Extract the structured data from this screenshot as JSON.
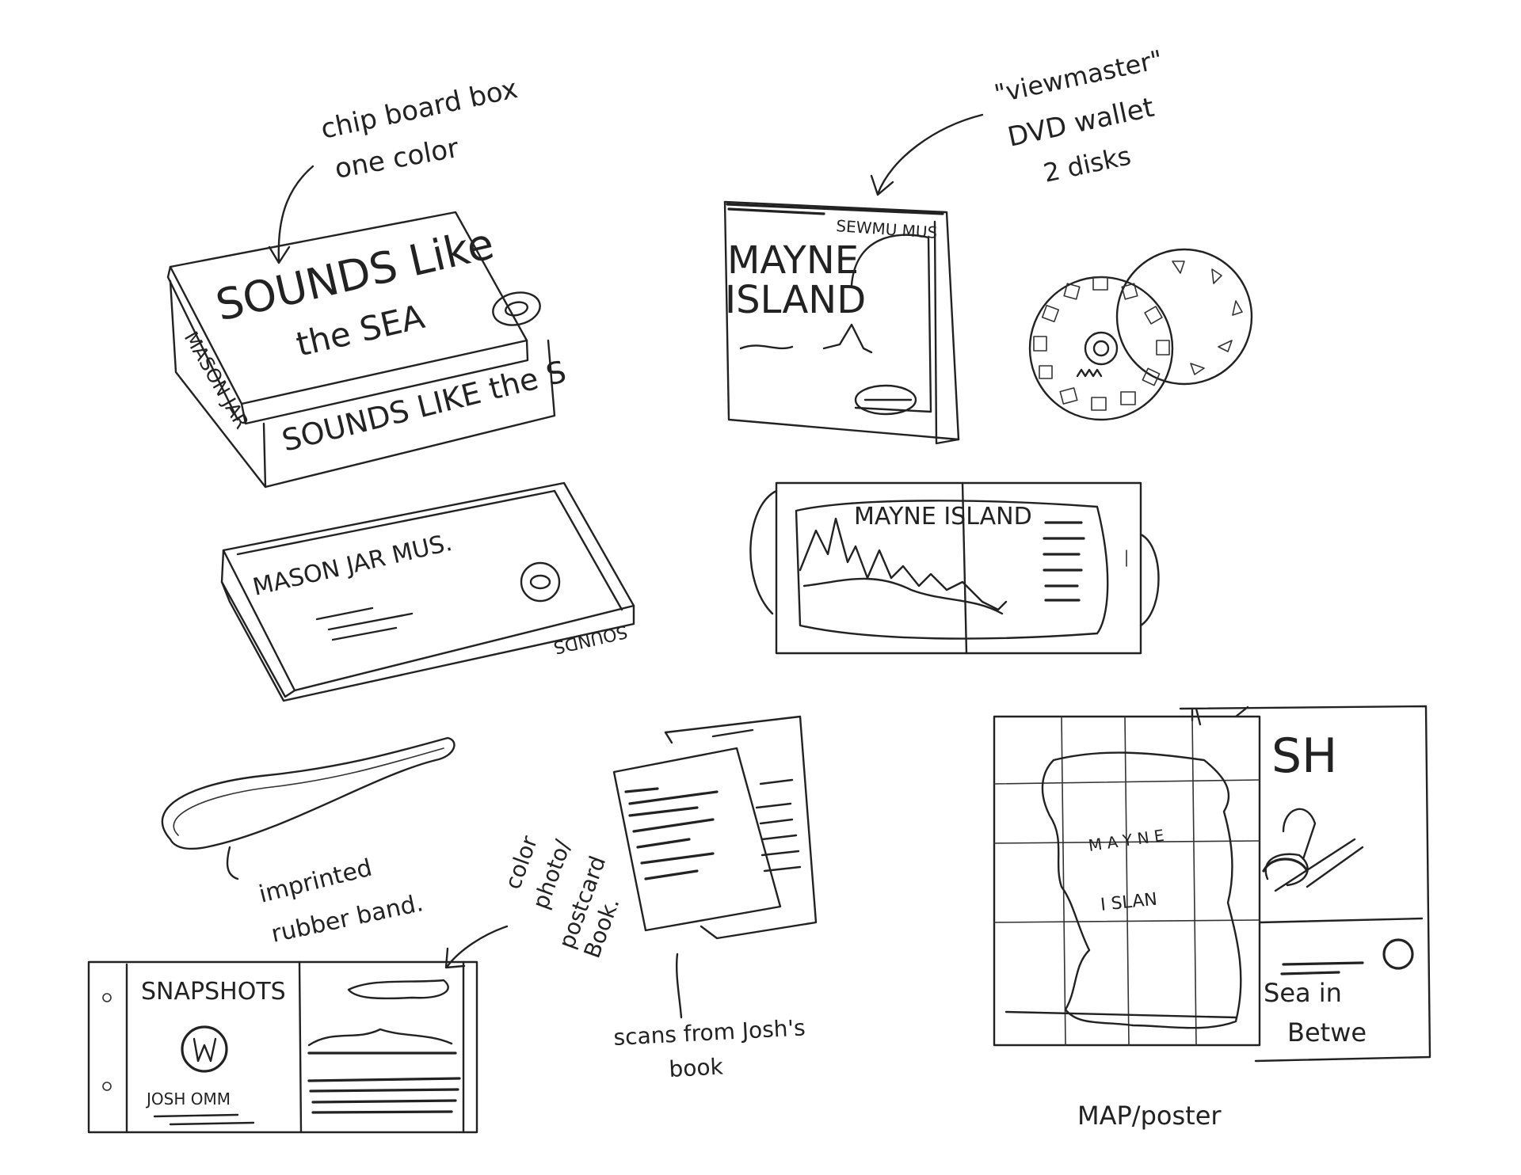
{
  "sketch": {
    "box_note": [
      "chip board box",
      "one color"
    ],
    "box_lid": [
      "SOUNDS Like",
      "the SEA"
    ],
    "box_side": "MASON JAR",
    "box_front": "SOUNDS LIKE the S",
    "tray_label": "MASON JAR MUS.",
    "tray_side": "SOUNDS",
    "dvd_note": [
      "\"viewmaster\"",
      "DVD wallet",
      "2 disks"
    ],
    "wallet_top": "SEWMU MUS",
    "wallet_title": [
      "MAYNE",
      "ISLAND"
    ],
    "open_wallet_title": "MAYNE ISLAND",
    "band_note": [
      "imprinted",
      "rubber band."
    ],
    "postcard_note": [
      "color",
      "photo/",
      "postcard",
      "Book."
    ],
    "postcard_title": "SNAPSHOTS",
    "postcard_name": "JOSH OMM",
    "scans_note": [
      "scans from Josh's",
      "book"
    ],
    "map_words": [
      "M A Y N E",
      "I SLAN"
    ],
    "poster_words": [
      "SH",
      "Sea in",
      "Betwe"
    ],
    "map_note": "MAP/poster"
  }
}
